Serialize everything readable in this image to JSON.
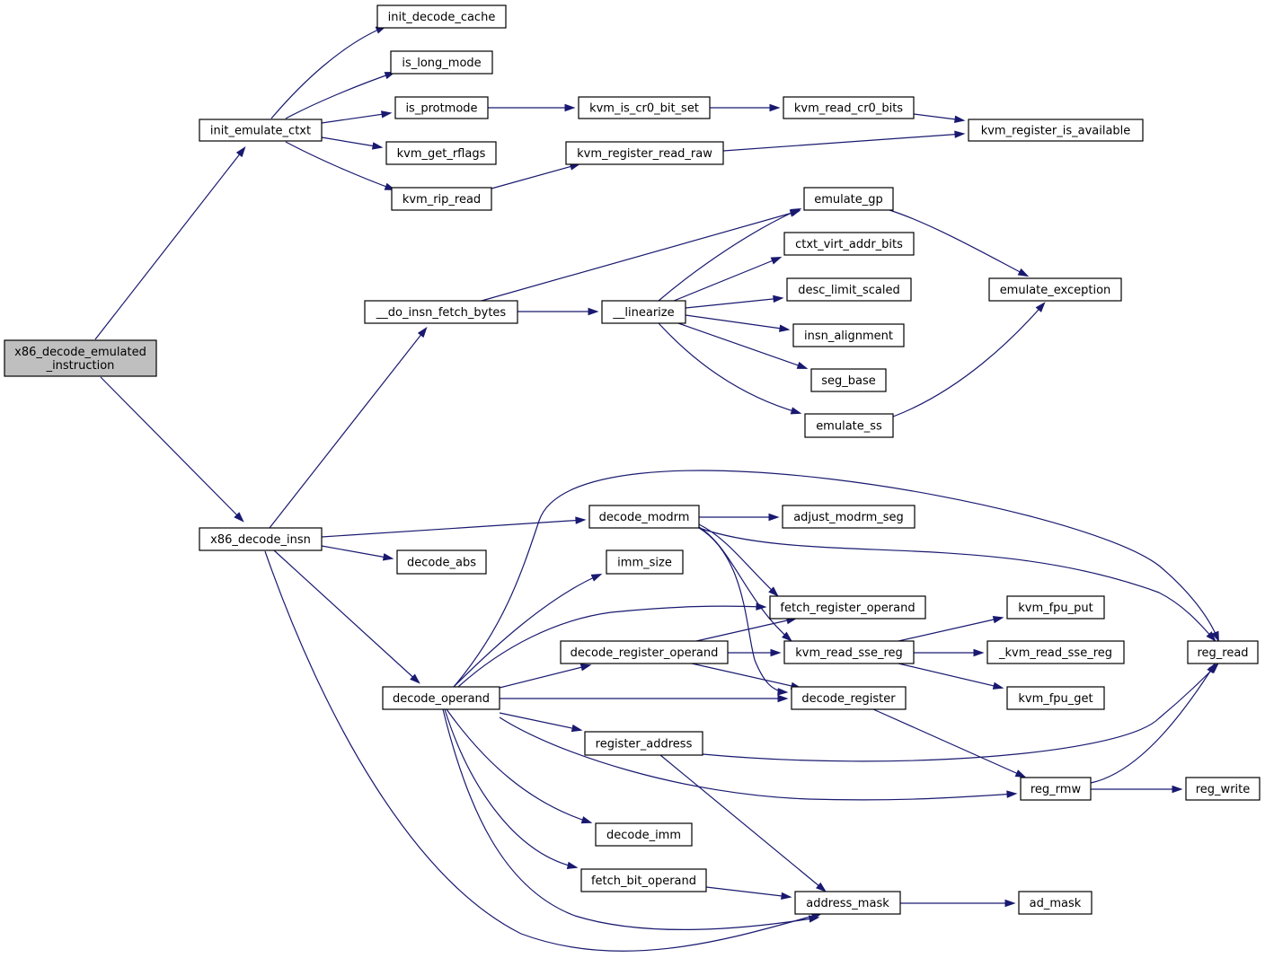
{
  "colors": {
    "edge": "#191970",
    "root_fill": "#bfbfbf",
    "node_fill": "#ffffff",
    "node_stroke": "#000000"
  },
  "nodes": [
    {
      "id": "x86_decode_emulated_instruction",
      "lines": [
        "x86_decode_emulated",
        "_instruction"
      ],
      "root": true
    },
    {
      "id": "init_emulate_ctxt",
      "lines": [
        "init_emulate_ctxt"
      ]
    },
    {
      "id": "init_decode_cache",
      "lines": [
        "init_decode_cache"
      ]
    },
    {
      "id": "is_long_mode",
      "lines": [
        "is_long_mode"
      ]
    },
    {
      "id": "is_protmode",
      "lines": [
        "is_protmode"
      ]
    },
    {
      "id": "kvm_get_rflags",
      "lines": [
        "kvm_get_rflags"
      ]
    },
    {
      "id": "kvm_rip_read",
      "lines": [
        "kvm_rip_read"
      ]
    },
    {
      "id": "kvm_is_cr0_bit_set",
      "lines": [
        "kvm_is_cr0_bit_set"
      ]
    },
    {
      "id": "kvm_read_cr0_bits",
      "lines": [
        "kvm_read_cr0_bits"
      ]
    },
    {
      "id": "kvm_register_is_available",
      "lines": [
        "kvm_register_is_available"
      ]
    },
    {
      "id": "kvm_register_read_raw",
      "lines": [
        "kvm_register_read_raw"
      ]
    },
    {
      "id": "x86_decode_insn",
      "lines": [
        "x86_decode_insn"
      ]
    },
    {
      "id": "__do_insn_fetch_bytes",
      "lines": [
        "__do_insn_fetch_bytes"
      ]
    },
    {
      "id": "__linearize",
      "lines": [
        "__linearize"
      ]
    },
    {
      "id": "emulate_gp",
      "lines": [
        "emulate_gp"
      ]
    },
    {
      "id": "ctxt_virt_addr_bits",
      "lines": [
        "ctxt_virt_addr_bits"
      ]
    },
    {
      "id": "desc_limit_scaled",
      "lines": [
        "desc_limit_scaled"
      ]
    },
    {
      "id": "insn_alignment",
      "lines": [
        "insn_alignment"
      ]
    },
    {
      "id": "seg_base",
      "lines": [
        "seg_base"
      ]
    },
    {
      "id": "emulate_ss",
      "lines": [
        "emulate_ss"
      ]
    },
    {
      "id": "emulate_exception",
      "lines": [
        "emulate_exception"
      ]
    },
    {
      "id": "decode_modrm",
      "lines": [
        "decode_modrm"
      ]
    },
    {
      "id": "adjust_modrm_seg",
      "lines": [
        "adjust_modrm_seg"
      ]
    },
    {
      "id": "decode_abs",
      "lines": [
        "decode_abs"
      ]
    },
    {
      "id": "imm_size",
      "lines": [
        "imm_size"
      ]
    },
    {
      "id": "fetch_register_operand",
      "lines": [
        "fetch_register_operand"
      ]
    },
    {
      "id": "decode_register_operand",
      "lines": [
        "decode_register_operand"
      ]
    },
    {
      "id": "kvm_read_sse_reg",
      "lines": [
        "kvm_read_sse_reg"
      ]
    },
    {
      "id": "kvm_fpu_put",
      "lines": [
        "kvm_fpu_put"
      ]
    },
    {
      "id": "_kvm_read_sse_reg",
      "lines": [
        "_kvm_read_sse_reg"
      ]
    },
    {
      "id": "kvm_fpu_get",
      "lines": [
        "kvm_fpu_get"
      ]
    },
    {
      "id": "reg_read",
      "lines": [
        "reg_read"
      ]
    },
    {
      "id": "decode_operand",
      "lines": [
        "decode_operand"
      ]
    },
    {
      "id": "decode_register",
      "lines": [
        "decode_register"
      ]
    },
    {
      "id": "register_address",
      "lines": [
        "register_address"
      ]
    },
    {
      "id": "reg_rmw",
      "lines": [
        "reg_rmw"
      ]
    },
    {
      "id": "reg_write",
      "lines": [
        "reg_write"
      ]
    },
    {
      "id": "decode_imm",
      "lines": [
        "decode_imm"
      ]
    },
    {
      "id": "fetch_bit_operand",
      "lines": [
        "fetch_bit_operand"
      ]
    },
    {
      "id": "address_mask",
      "lines": [
        "address_mask"
      ]
    },
    {
      "id": "ad_mask",
      "lines": [
        "ad_mask"
      ]
    }
  ],
  "edges": [
    [
      "x86_decode_emulated_instruction",
      "init_emulate_ctxt"
    ],
    [
      "x86_decode_emulated_instruction",
      "x86_decode_insn"
    ],
    [
      "init_emulate_ctxt",
      "init_decode_cache"
    ],
    [
      "init_emulate_ctxt",
      "is_long_mode"
    ],
    [
      "init_emulate_ctxt",
      "is_protmode"
    ],
    [
      "init_emulate_ctxt",
      "kvm_get_rflags"
    ],
    [
      "init_emulate_ctxt",
      "kvm_rip_read"
    ],
    [
      "is_protmode",
      "kvm_is_cr0_bit_set"
    ],
    [
      "kvm_is_cr0_bit_set",
      "kvm_read_cr0_bits"
    ],
    [
      "kvm_read_cr0_bits",
      "kvm_register_is_available"
    ],
    [
      "kvm_rip_read",
      "kvm_register_read_raw"
    ],
    [
      "kvm_register_read_raw",
      "kvm_register_is_available"
    ],
    [
      "x86_decode_insn",
      "__do_insn_fetch_bytes"
    ],
    [
      "x86_decode_insn",
      "decode_modrm"
    ],
    [
      "x86_decode_insn",
      "decode_abs"
    ],
    [
      "x86_decode_insn",
      "decode_operand"
    ],
    [
      "x86_decode_insn",
      "address_mask"
    ],
    [
      "__do_insn_fetch_bytes",
      "__linearize"
    ],
    [
      "__do_insn_fetch_bytes",
      "emulate_gp"
    ],
    [
      "__linearize",
      "emulate_gp"
    ],
    [
      "__linearize",
      "ctxt_virt_addr_bits"
    ],
    [
      "__linearize",
      "desc_limit_scaled"
    ],
    [
      "__linearize",
      "insn_alignment"
    ],
    [
      "__linearize",
      "seg_base"
    ],
    [
      "__linearize",
      "emulate_ss"
    ],
    [
      "emulate_gp",
      "emulate_exception"
    ],
    [
      "emulate_ss",
      "emulate_exception"
    ],
    [
      "decode_modrm",
      "adjust_modrm_seg"
    ],
    [
      "decode_modrm",
      "fetch_register_operand"
    ],
    [
      "decode_modrm",
      "kvm_read_sse_reg"
    ],
    [
      "decode_modrm",
      "decode_register"
    ],
    [
      "decode_modrm",
      "reg_read"
    ],
    [
      "decode_operand",
      "reg_read"
    ],
    [
      "decode_operand",
      "imm_size"
    ],
    [
      "decode_operand",
      "fetch_register_operand"
    ],
    [
      "decode_operand",
      "decode_register_operand"
    ],
    [
      "decode_operand",
      "decode_register"
    ],
    [
      "decode_operand",
      "register_address"
    ],
    [
      "decode_operand",
      "reg_rmw"
    ],
    [
      "decode_operand",
      "decode_imm"
    ],
    [
      "decode_operand",
      "fetch_bit_operand"
    ],
    [
      "decode_operand",
      "address_mask"
    ],
    [
      "decode_register_operand",
      "fetch_register_operand"
    ],
    [
      "decode_register_operand",
      "kvm_read_sse_reg"
    ],
    [
      "decode_register_operand",
      "decode_register"
    ],
    [
      "kvm_read_sse_reg",
      "kvm_fpu_put"
    ],
    [
      "kvm_read_sse_reg",
      "_kvm_read_sse_reg"
    ],
    [
      "kvm_read_sse_reg",
      "kvm_fpu_get"
    ],
    [
      "decode_register",
      "reg_rmw"
    ],
    [
      "register_address",
      "reg_read"
    ],
    [
      "register_address",
      "address_mask"
    ],
    [
      "reg_rmw",
      "reg_read"
    ],
    [
      "reg_rmw",
      "reg_write"
    ],
    [
      "fetch_bit_operand",
      "address_mask"
    ],
    [
      "address_mask",
      "ad_mask"
    ]
  ]
}
